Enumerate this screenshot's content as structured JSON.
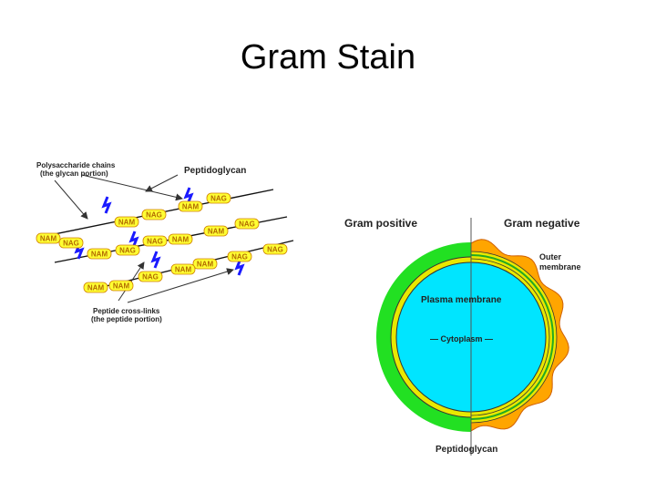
{
  "slide": {
    "title": "Gram Stain"
  },
  "peptidoglycan_diagram": {
    "title": "Peptidoglycan",
    "glycan_label_line1": "Polysaccharide chains",
    "glycan_label_line2": "(the glycan portion)",
    "peptide_label_line1": "Peptide cross-links",
    "peptide_label_line2": "(the peptide portion)",
    "units": [
      {
        "text": "NAG"
      },
      {
        "text": "NAM"
      },
      {
        "text": "NAG"
      },
      {
        "text": "NAM"
      },
      {
        "text": "NAG"
      },
      {
        "text": "NAM"
      },
      {
        "text": "NAM"
      },
      {
        "text": "NAG"
      },
      {
        "text": "NAG"
      },
      {
        "text": "NAM"
      },
      {
        "text": "NAM"
      },
      {
        "text": "NAG"
      },
      {
        "text": "NAG"
      },
      {
        "text": "NAG"
      },
      {
        "text": "NAM"
      },
      {
        "text": "NAM"
      },
      {
        "text": "NAG"
      },
      {
        "text": "NAM"
      },
      {
        "text": "NAM"
      }
    ],
    "colors": {
      "unit_fill": "#ffff33",
      "unit_stroke": "#d08000",
      "crosslink": "#1a1aff"
    }
  },
  "cell_wall_diagram": {
    "gram_positive": "Gram positive",
    "gram_negative": "Gram negative",
    "outer_membrane_line1": "Outer",
    "outer_membrane_line2": "membrane",
    "plasma_membrane": "Plasma membrane",
    "cytoplasm": "— Cytoplasm —",
    "peptidoglycan": "Peptidoglycan",
    "colors": {
      "cytoplasm": "#00e5ff",
      "thick_wall": "#22e022",
      "outer_membrane": "#ffa500",
      "membrane_yellow": "#e8e800"
    }
  }
}
